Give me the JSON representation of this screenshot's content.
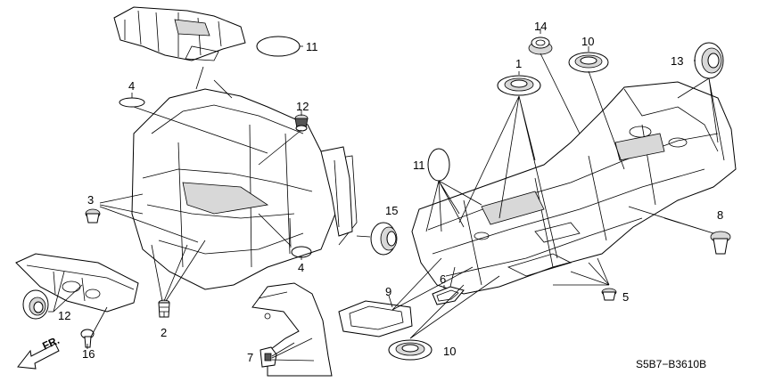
{
  "diagram": {
    "front_label": "FR.",
    "catalog_code": "S5B7−B3610B",
    "callouts": [
      "1",
      "2",
      "3",
      "4",
      "4",
      "5",
      "6",
      "7",
      "8",
      "9",
      "10",
      "10",
      "11",
      "11",
      "12",
      "12",
      "13",
      "14",
      "15",
      "16"
    ]
  }
}
